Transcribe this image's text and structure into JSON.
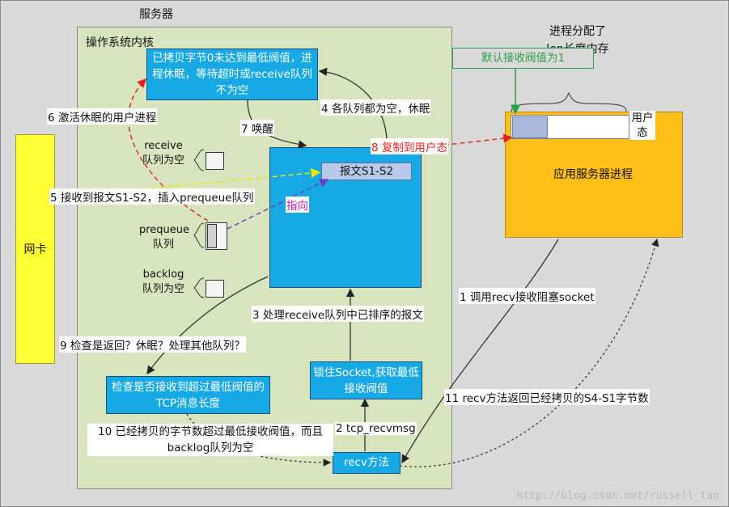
{
  "server_title": "服务器",
  "kernel_title": "操作系统内核",
  "nic_label": "网卡",
  "box_top_text": "已拷贝字节0未达到最低阀值，进程休眠，等待超时或receive队列不为空",
  "msg_label": "报文S1-S2",
  "box_check_text": "检查是否接收到超过最低阀值的TCP消息长度",
  "box_lock_text": "锁住Socket,获取最低接收阀值",
  "recv_label": "recv方法",
  "app_label": "应用服务器进程",
  "user_state_label": "用户态",
  "green_label": "默认接收阀值为1",
  "buffer_label": "进程分配了len长度内存",
  "queues": {
    "receive": "receive队列为空",
    "prequeue": "prequeue队列",
    "backlog": "backlog队列为空"
  },
  "steps": {
    "s1": "1 调用recv接收阻塞socket",
    "s2": "2 tcp_recvmsg",
    "s3": "3 处理receive队列中已排序的报文",
    "s4": "4 各队列都为空，休眠",
    "s5": "5 接收到报文S1-S2，插入prequeue队列",
    "s6": "6 激活休眠的用户进程",
    "s7": "7 唤醒",
    "s8": "8 复制到用户态",
    "s9": "9 检查是返回？休眠？处理其他队列？",
    "s10": "10 已经拷贝的字节数超过最低接收阀值，而且backlog队列为空",
    "s11": "11 recv方法返回已经拷贝的S4-S1字节数",
    "pointer": "指向"
  },
  "watermark": "http://blog.csdn.net/russell_tao",
  "colors": {
    "kernel_bg": "#d7e4bd",
    "nic": "#ffff33",
    "blue_box": "#16a9e6",
    "app": "#ffbf1a",
    "red_arrow": "#e22222",
    "yellow_arrow": "#f0f000",
    "purple_arrow": "#6a3cc2",
    "green": "#2ba04a"
  }
}
